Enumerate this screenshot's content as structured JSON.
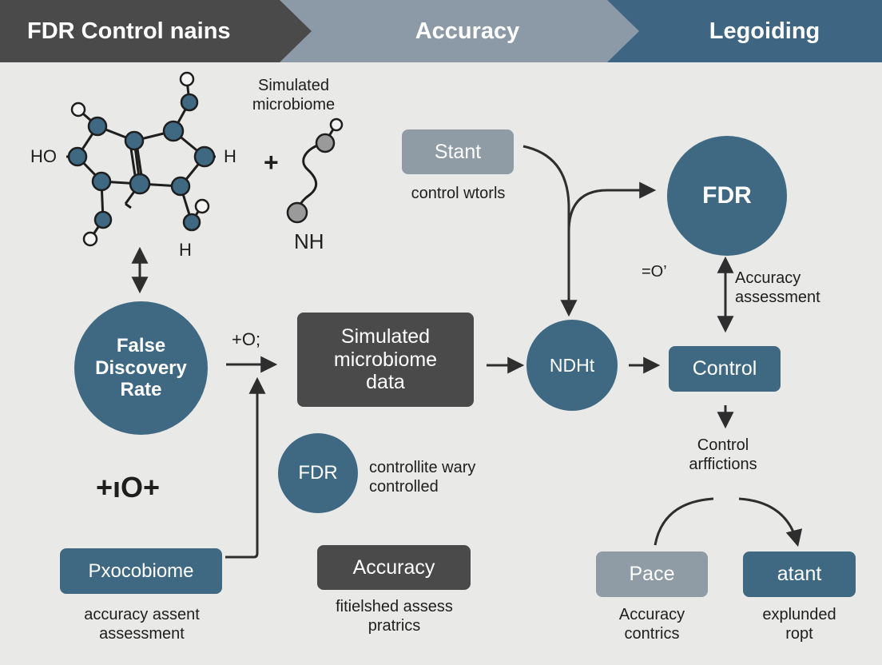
{
  "header": {
    "segments": [
      "FDR Control nains",
      "Accuracy",
      "Legoiding"
    ]
  },
  "molecule": {
    "left_label": "HO",
    "right_label": "H",
    "bottom_label": "H",
    "caption": "Simulated microbiome",
    "plus": "+",
    "chain_label": "NH"
  },
  "nodes": {
    "stant_box": "Stant",
    "stant_caption": "control wtorls",
    "fdr_big": "FDR",
    "eq_label": "=O’",
    "accuracy_assessment": "Accuracy assessment",
    "false_discovery": "False Discovery Rate",
    "plus_o": "+O;",
    "simulated_box": "Simulated microbiome data",
    "ndht": "NDHt",
    "control_box": "Control",
    "control_affictions": "Control arffictions",
    "plus_io": "+ıO+",
    "fdr_small": "FDR",
    "fdr_small_caption": "controllite wary controlled",
    "pxocobiome": "Pxocobiome",
    "pxocobiome_caption": "accuracy assent assessment",
    "accuracy_box": "Accuracy",
    "accuracy_caption": "fitielshed assess pratrics",
    "pace_box": "Pace",
    "pace_caption": "Accuracy contrics",
    "atant_box": "atant",
    "atant_caption": "explunded ropt"
  },
  "colors": {
    "dark": "#4a4a4a",
    "slate_blue": "#3f6983",
    "grey_blue": "#8f9ba5",
    "background": "#e9e9e8"
  }
}
